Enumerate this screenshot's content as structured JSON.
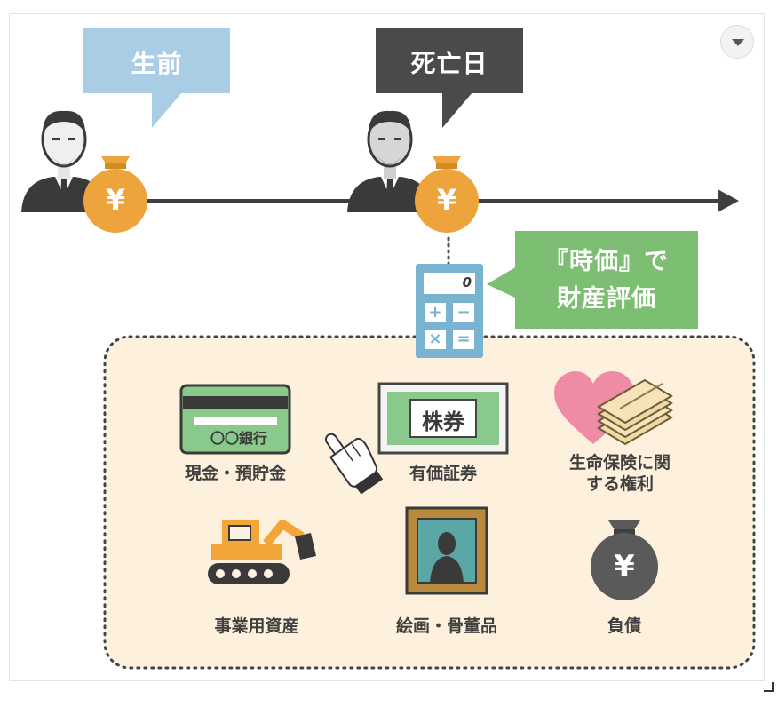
{
  "timeline": {
    "before_label": "生前",
    "death_label": "死亡日",
    "valuation_label_line1": "『時価』で",
    "valuation_label_line2": "財産評価"
  },
  "icons": {
    "yen_symbol": "¥",
    "calculator_display": "0",
    "calc_keys": [
      "+",
      "−",
      "×",
      "="
    ],
    "bank_card_text": "〇〇銀行",
    "stock_text": "株券"
  },
  "assets": [
    {
      "label": "現金・預貯金",
      "icon": "bank-card-icon"
    },
    {
      "label": "有価証券",
      "icon": "stock-certificate-icon"
    },
    {
      "label": "生命保険に関する権利",
      "icon": "heart-money-icon"
    },
    {
      "label": "事業用資産",
      "icon": "excavator-icon"
    },
    {
      "label": "絵画・骨董品",
      "icon": "framed-painting-icon"
    },
    {
      "label": "負債",
      "icon": "debt-money-bag-icon"
    }
  ],
  "colors": {
    "before_bubble": "#a9cde4",
    "death_bubble": "#4a4a4a",
    "valuation_bubble": "#7dbf72",
    "calculator": "#78b3d0",
    "money_bag": "#eda43d",
    "asset_area": "#fdf0dc",
    "heart": "#ee8ba5"
  }
}
